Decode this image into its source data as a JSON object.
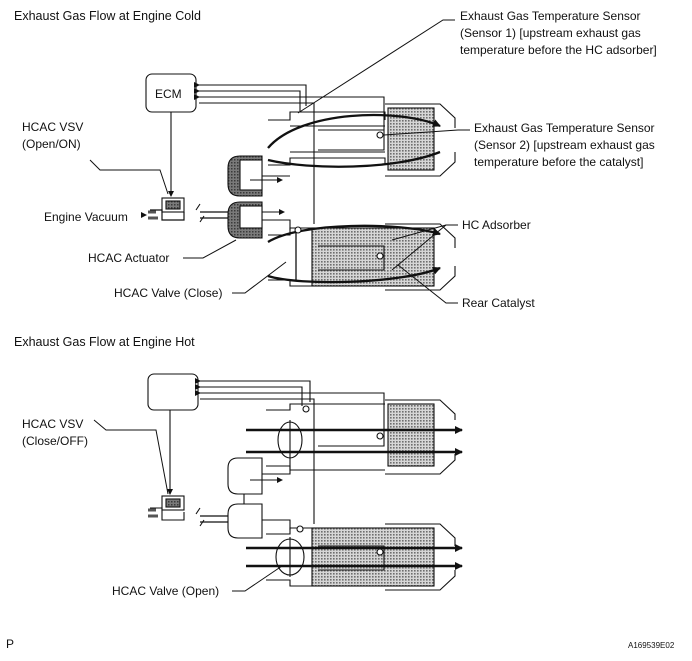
{
  "top": {
    "title": "Exhaust Gas Flow at Engine Cold",
    "ecm": "ECM",
    "vsv": [
      "HCAC VSV",
      "(Open/ON)"
    ],
    "vacuum": "Engine Vacuum",
    "actuator": "HCAC Actuator",
    "valve": "HCAC Valve (Close)",
    "sensor1": [
      "Exhaust Gas Temperature Sensor",
      "(Sensor 1) [upstream exhaust gas",
      "temperature before the HC adsorber]"
    ],
    "sensor2": [
      "Exhaust Gas Temperature Sensor",
      "(Sensor 2) [upstream exhaust gas",
      "temperature before the catalyst]"
    ],
    "adsorber": "HC Adsorber",
    "catalyst": "Rear Catalyst"
  },
  "bottom": {
    "title": "Exhaust Gas Flow at Engine Hot",
    "vsv": [
      "HCAC VSV",
      "(Close/OFF)"
    ],
    "valve": "HCAC Valve (Open)"
  },
  "footer": {
    "left": "P",
    "code": "A169539E02"
  },
  "colors": {
    "line": "#111111",
    "fill_dark": "#6a6a6a",
    "fill_dot": "#b4b4b4"
  }
}
